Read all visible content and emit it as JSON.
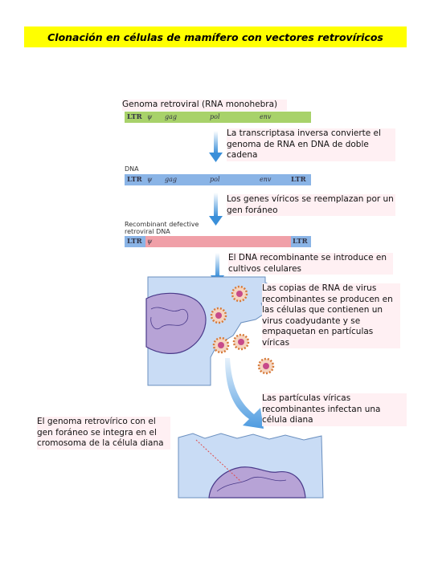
{
  "title": "Clonación en células de mamífero con vectores retrovíricos",
  "genome_label": "Genoma retroviral (RNA monohebra)",
  "genes": {
    "ltr": "LTR",
    "psi": "ψ",
    "gag": "gag",
    "pol": "pol",
    "env": "env"
  },
  "dna_label": "DNA",
  "recombinant_label_line1": "Recombinant defective",
  "recombinant_label_line2": "retroviral DNA",
  "steps": {
    "step1": "La transcriptasa inversa convierte el genoma de RNA en DNA de doble cadena",
    "step2": "Los genes víricos se reemplazan por un gen foráneo",
    "step3": "El DNA recombinante se introduce en cultivos celulares",
    "step4": "Las copias de RNA de virus recombinantes se producen en las células que contienen un virus coadyudante y se empaquetan en partículas víricas",
    "step5": "Las partículas víricas recombinantes infectan una célula diana",
    "step6": "El genoma retrovírico con el gen foráneo se integra en el cromosoma de la célula diana"
  },
  "colors": {
    "rna_bar": "#a8d26a",
    "dna_bar": "#8ab4e6",
    "recombinant_bar": "#f0a0a8",
    "cell": "#c9dcf5",
    "nucleus": "#b7a3d6",
    "arrow": "#3a8fd9",
    "title_bg": "#ffff00"
  }
}
